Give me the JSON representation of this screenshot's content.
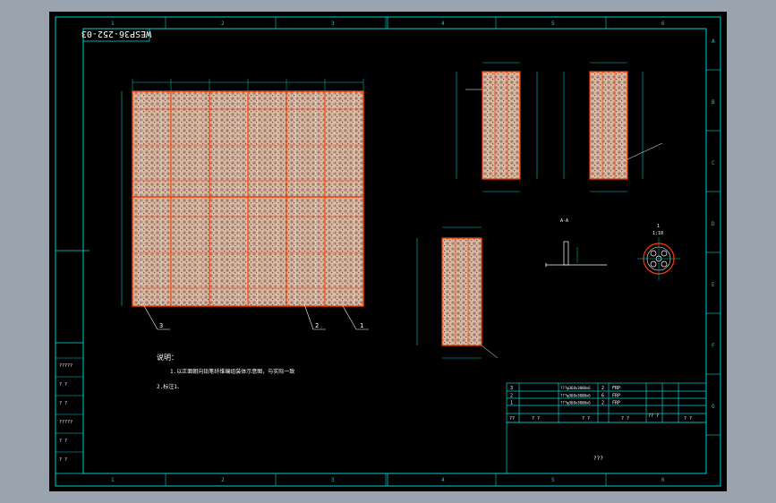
{
  "colors": {
    "window_bg": "#9aa4ae",
    "sheet": "#000000",
    "frame": "#00d0d0",
    "cad_line": "#ffffff",
    "panel_fill": "#d9b9a4",
    "panel_edge": "#ff3c00",
    "dim_line": "#00c8c8",
    "text": "#ffffff"
  },
  "drawing_number": "WESP36-252-03",
  "grid_numbers": [
    "1",
    "2",
    "3",
    "4",
    "5",
    "6"
  ],
  "grid_letters": [
    "A",
    "B",
    "C",
    "D",
    "E",
    "F",
    "G"
  ],
  "notes": {
    "title": "说明：",
    "line1": "1.以正面朝向铅笔纤维编组装体示意图，与实际一致",
    "line2": "2.标注1、"
  },
  "leaders": {
    "main": [
      "3",
      "2",
      "1"
    ],
    "section_mark": "1",
    "section_scale": "1:10"
  },
  "section_label": "A-A",
  "left_block": {
    "cells": [
      "?????",
      "? ?",
      "? ?",
      "?????",
      "? ?",
      "? ?"
    ]
  },
  "bom": {
    "rows": [
      {
        "no": "3",
        "name": "???φ368x3000x6",
        "qty": "2",
        "material": "FRP"
      },
      {
        "no": "2",
        "name": "???φ368x3000x6",
        "qty": "6",
        "material": "FRP"
      },
      {
        "no": "1",
        "name": "???φ368x3000x6",
        "qty": "2",
        "material": "FRP"
      }
    ],
    "header": {
      "no": "??",
      "name": "? ?",
      "qty": "? ?",
      "material": "? ?",
      "mass": "?? ?",
      "remark": "? ?"
    }
  },
  "title_block": {
    "name": "???"
  }
}
